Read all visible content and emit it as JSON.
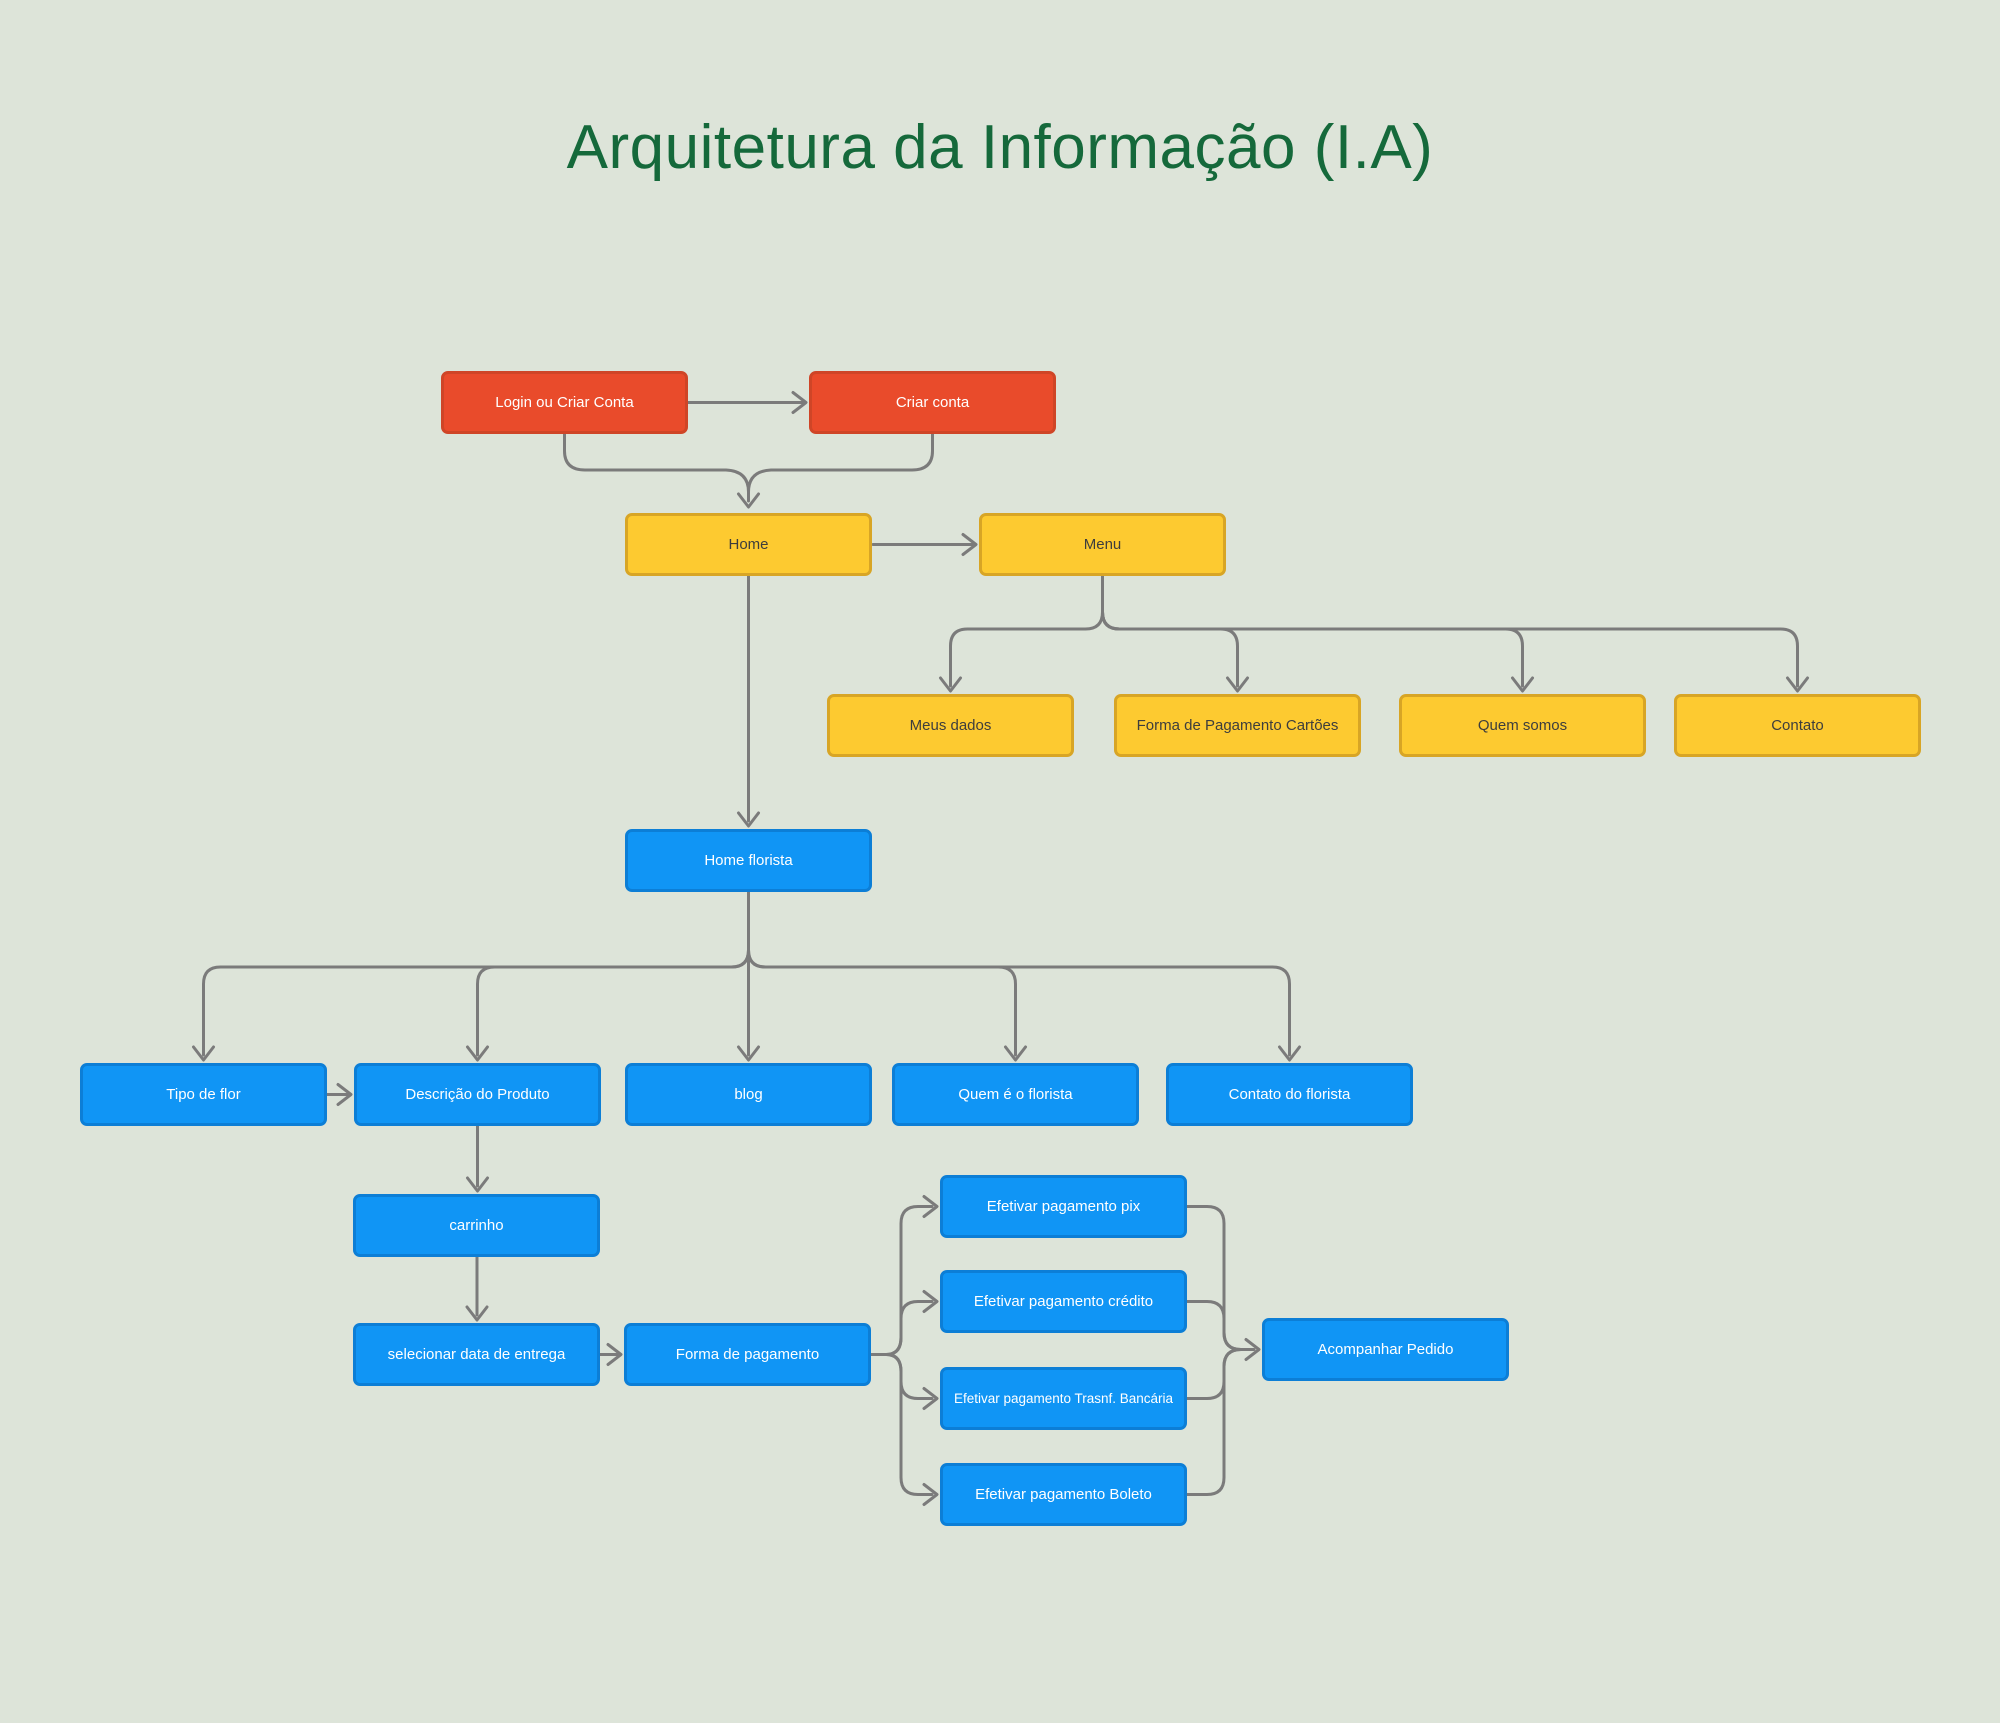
{
  "title": "Arquitetura da Informação (I.A)",
  "colors": {
    "background": "#dde4d9",
    "title_green": "#15693b",
    "node_red": "#e94b2b",
    "node_yellow": "#fdca30",
    "node_blue": "#1095f5",
    "edge_gray": "#7b7b7b",
    "text_light": "#ffffff",
    "text_dark": "#3d3d3d"
  },
  "nodes": {
    "login": "Login ou Criar Conta",
    "criar_conta": "Criar conta",
    "home": "Home",
    "menu": "Menu",
    "meus_dados": "Meus dados",
    "pagamento_cartoes": "Forma de Pagamento Cartões",
    "quem_somos": "Quem somos",
    "contato": "Contato",
    "home_florista": "Home florista",
    "tipo_flor": "Tipo de flor",
    "descricao_produto": "Descrição do Produto",
    "blog": "blog",
    "quem_florista": "Quem é o florista",
    "contato_florista": "Contato do florista",
    "carrinho": "carrinho",
    "data_entrega": "selecionar data de entrega",
    "forma_pagamento": "Forma de pagamento",
    "pag_pix": "Efetivar pagamento pix",
    "pag_credito": "Efetivar pagamento crédito",
    "pag_transf": "Efetivar pagamento Trasnf. Bancária",
    "pag_boleto": "Efetivar pagamento Boleto",
    "acompanhar": "Acompanhar Pedido"
  }
}
